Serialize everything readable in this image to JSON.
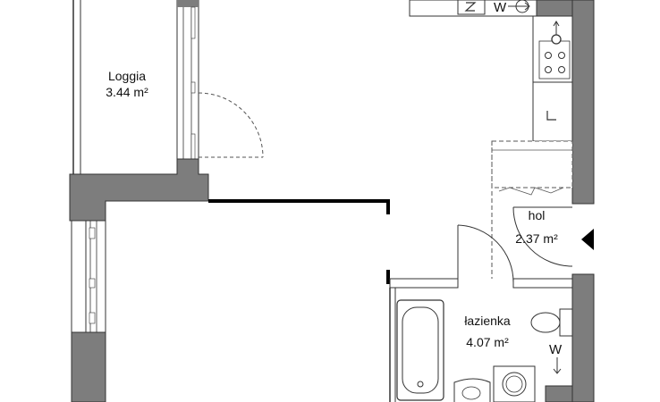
{
  "rooms": {
    "loggia": {
      "name": "Loggia",
      "area": "3.44 m²"
    },
    "hall": {
      "name": "hol",
      "area": "2.37 m²"
    },
    "bathroom": {
      "name": "łazienka",
      "area": "4.07 m²"
    }
  },
  "marks": {
    "w_kitchen": "W",
    "w_bathroom": "W"
  },
  "colors": {
    "wall_fill": "#7d7d7d",
    "wall_edge": "#333333",
    "line": "#222222",
    "background": "#ffffff"
  }
}
